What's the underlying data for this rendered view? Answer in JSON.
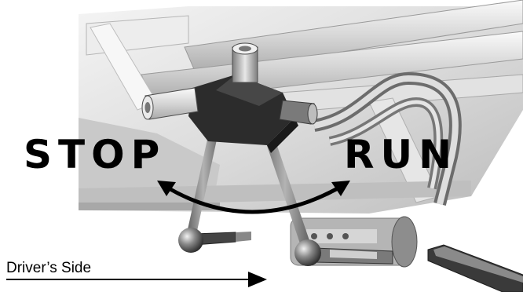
{
  "labels": {
    "stop": "STOP",
    "run": "RUN",
    "drivers_side": "Driver’s Side"
  },
  "colors": {
    "background": "#ffffff",
    "text": "#000000",
    "dark_block": "#2c2c2c"
  },
  "icons": {
    "rotation_arrow": "double-headed-curved-arrow",
    "side_arrow": "right-arrow"
  }
}
